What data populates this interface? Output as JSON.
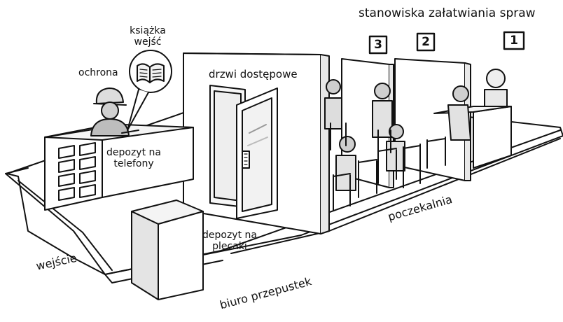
{
  "labels": {
    "service_desks": "stanowiska załatwiania spraw",
    "guestbook": "książka wejść",
    "guestbook_line1": "książka",
    "guestbook_line2": "wejść",
    "security": "ochrona",
    "access_door": "drzwi dostępowe",
    "phone_deposit_line1": "depozyt na",
    "phone_deposit_line2": "telefony",
    "backpack_deposit_line1": "depozyt na",
    "backpack_deposit_line2": "plecaki",
    "waiting_room": "poczekalnia",
    "entrance": "wejście",
    "pass_office": "biuro przepustek"
  },
  "desk_numbers": [
    "1",
    "2",
    "3"
  ],
  "colors": {
    "ink": "#111111",
    "floor": "#ffffff",
    "door_glass": "#f2f2f2",
    "shadow": "#cfcfcf"
  },
  "icons": {
    "book": "open-book-icon",
    "guard": "security-guard-figure"
  }
}
